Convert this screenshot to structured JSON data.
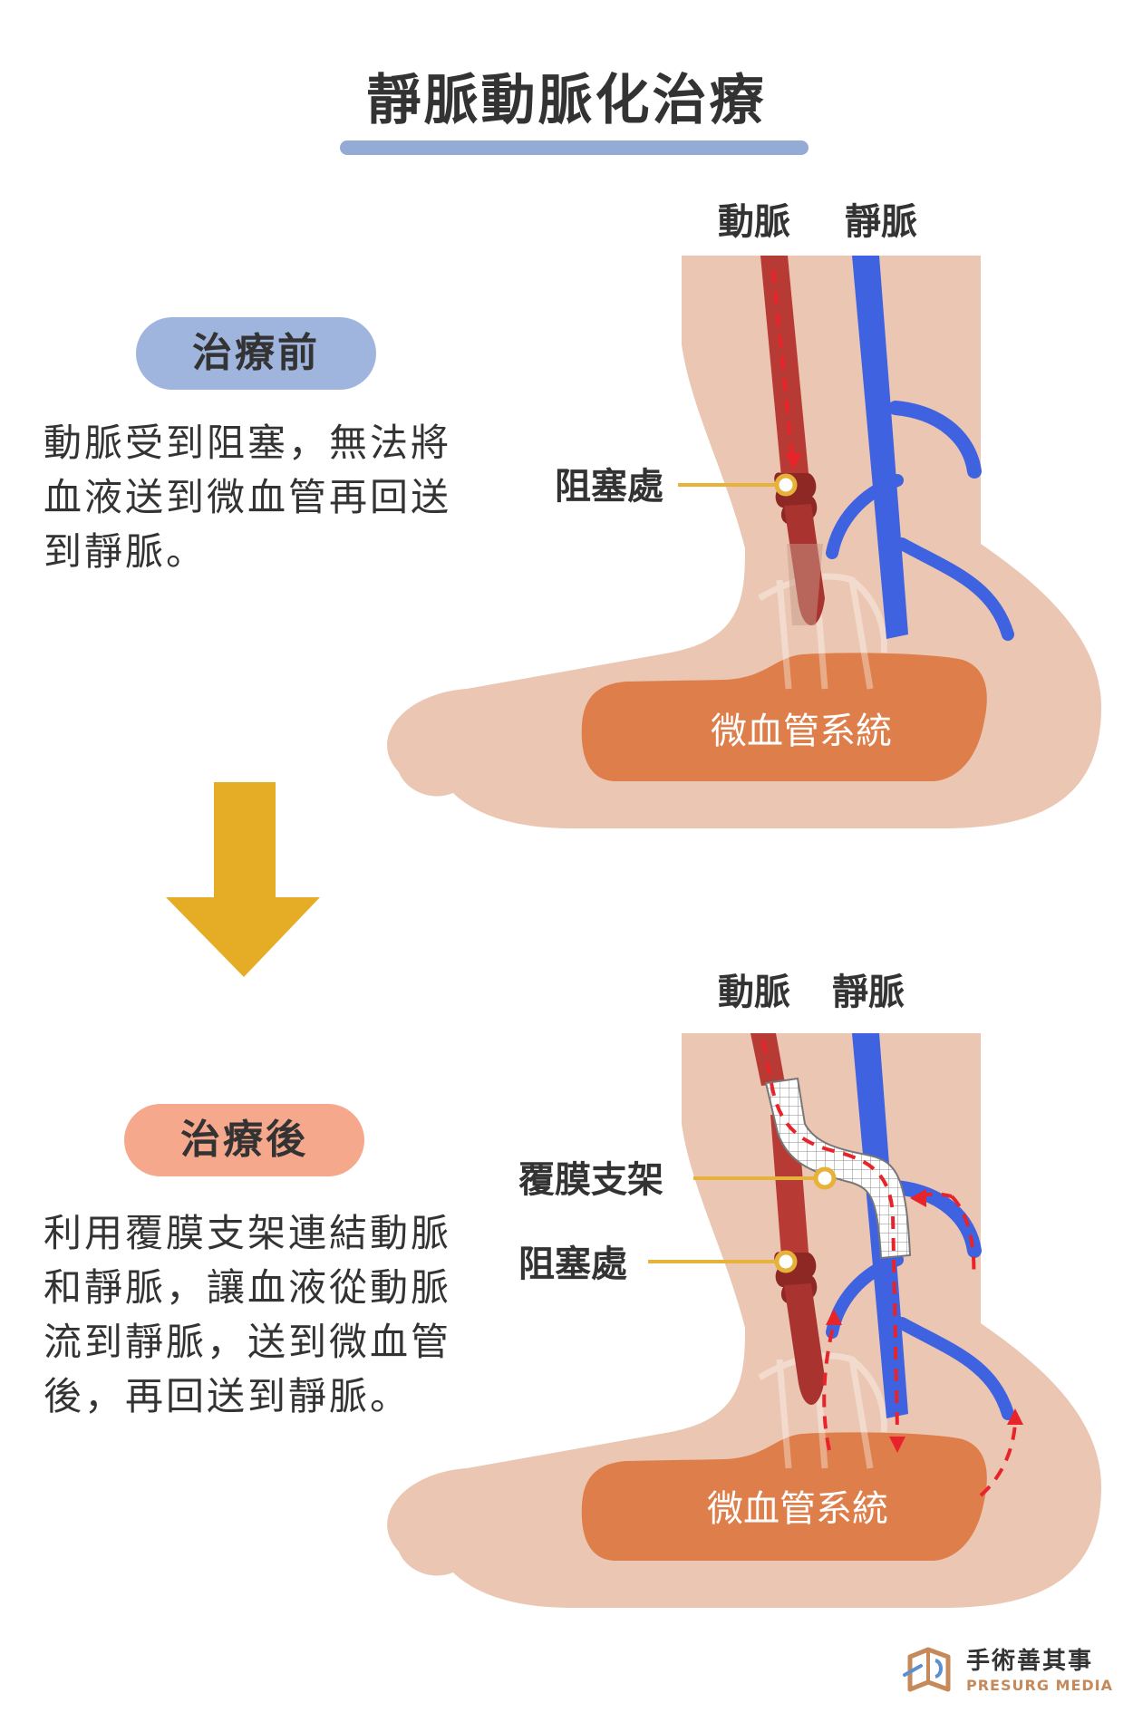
{
  "title": "靜脈動脈化治療",
  "colors": {
    "title_underline": "#94abd6",
    "badge_before": "#9fb5de",
    "badge_after": "#f6a88c",
    "skin": "#ebc6b2",
    "artery": "#b83a34",
    "vein": "#3f63e0",
    "capillary": "#de7f4b",
    "arrow": "#e5ad25",
    "label_line": "#e6b23a",
    "flow": "#e8242a"
  },
  "before": {
    "badge": "治療前",
    "description_lines": [
      "動脈受到阻塞，無法將",
      "血液送到微血管再回送",
      "到靜脈。"
    ],
    "artery_label": "動脈",
    "vein_label": "靜脈",
    "blockage_label": "阻塞處",
    "capillary_label": "微血管系統"
  },
  "after": {
    "badge": "治療後",
    "description_lines": [
      "利用覆膜支架連結動脈",
      "和靜脈，讓血液從動脈",
      "流到靜脈，送到微血管",
      "後，再回送到靜脈。"
    ],
    "artery_label": "動脈",
    "vein_label": "靜脈",
    "stent_label": "覆膜支架",
    "blockage_label": "阻塞處",
    "capillary_label": "微血管系統"
  },
  "brand": {
    "name_zh": "手術善其事",
    "name_en": "PRESURG MEDIA"
  }
}
